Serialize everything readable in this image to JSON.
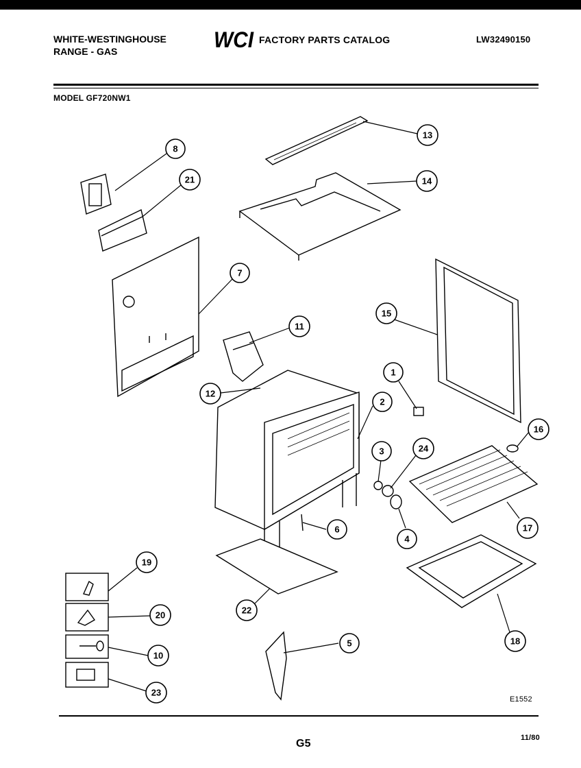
{
  "header": {
    "brand_line1": "WHITE-WESTINGHOUSE",
    "brand_line2": "RANGE - GAS",
    "logo_text": "WCI",
    "catalog_title": "FACTORY PARTS CATALOG",
    "catalog_number": "LW32490150",
    "model": "MODEL GF720NW1"
  },
  "callouts": [
    "1",
    "2",
    "3",
    "4",
    "5",
    "6",
    "7",
    "8",
    "10",
    "11",
    "12",
    "13",
    "14",
    "15",
    "16",
    "17",
    "18",
    "19",
    "20",
    "21",
    "22",
    "23",
    "24"
  ],
  "footer": {
    "diagram_code": "E1552",
    "page": "G5",
    "date": "11/80"
  }
}
